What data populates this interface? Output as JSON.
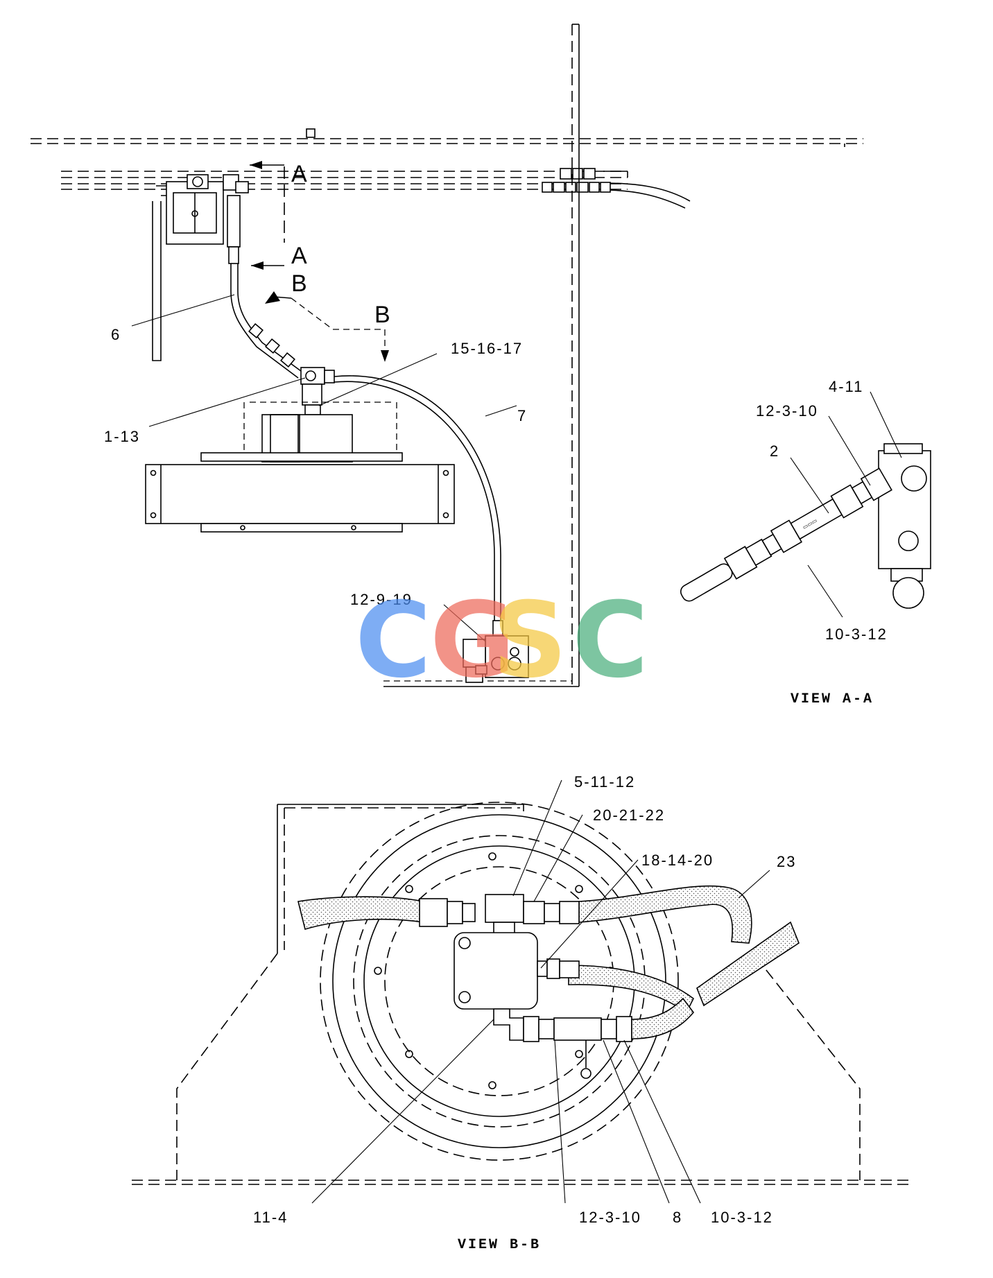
{
  "watermark": {
    "letters": [
      {
        "char": "C",
        "color": "#4d8ef0"
      },
      {
        "char": "G",
        "color": "#ee6a5b"
      },
      {
        "char": "S",
        "color": "#f5c842"
      },
      {
        "char": "C",
        "color": "#4caf7d"
      }
    ]
  },
  "section_markers": {
    "a_top": "A",
    "a_bottom": "A",
    "b_left": "B",
    "b_right": "B"
  },
  "callouts": {
    "c6": "6",
    "c15_16_17": "15-16-17",
    "c1_13": "1-13",
    "c7": "7",
    "c12_9_19": "12-9-19",
    "c4_11": "4-11",
    "c12_3_10_a": "12-3-10",
    "c2": "2",
    "c10_3_12_a": "10-3-12",
    "c5_11_12": "5-11-12",
    "c20_21_22": "20-21-22",
    "c18_14_20": "18-14-20",
    "c23": "23",
    "c11_4": "11-4",
    "c12_3_10_b": "12-3-10",
    "c8": "8",
    "c10_3_12_b": "10-3-12"
  },
  "views": {
    "view_aa": "VIEW A-A",
    "view_bb": "VIEW B-B"
  }
}
